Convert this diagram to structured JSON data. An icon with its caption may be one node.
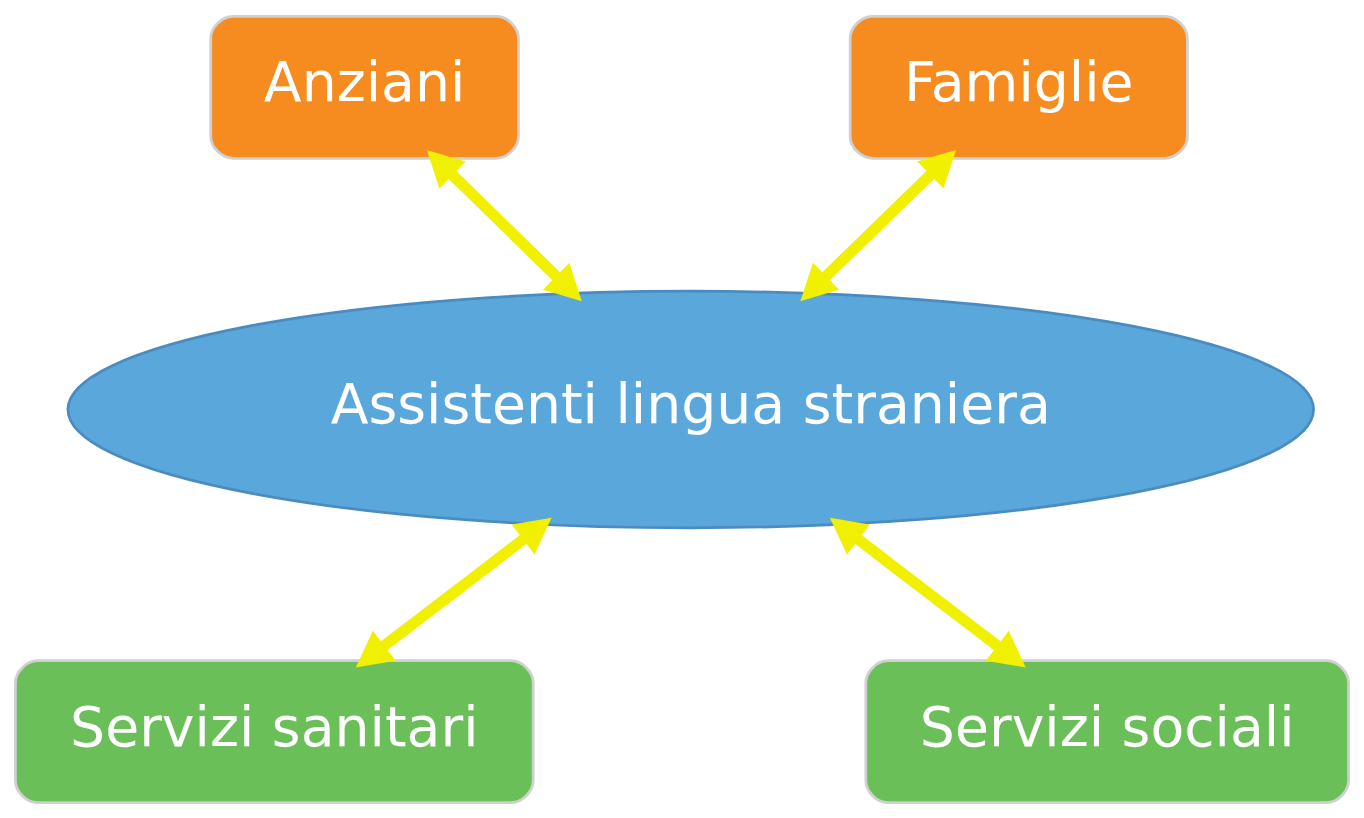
{
  "diagram": {
    "nodes": [
      {
        "text": [
          "Anziani"
        ]
      },
      {
        "text": [
          "Famiglie"
        ]
      },
      {
        "text": [
          "Assistenti lingua straniera"
        ]
      },
      {
        "text": [
          "Servizi sanitari"
        ]
      },
      {
        "text": [
          "Servizi sociali"
        ]
      }
    ],
    "edges": [
      {
        "from": 0,
        "to": 2,
        "arrow": "both"
      },
      {
        "from": 1,
        "to": 2,
        "arrow": "both"
      },
      {
        "from": 2,
        "to": 3,
        "arrow": "both"
      },
      {
        "from": 2,
        "to": 4,
        "arrow": "both"
      }
    ]
  }
}
